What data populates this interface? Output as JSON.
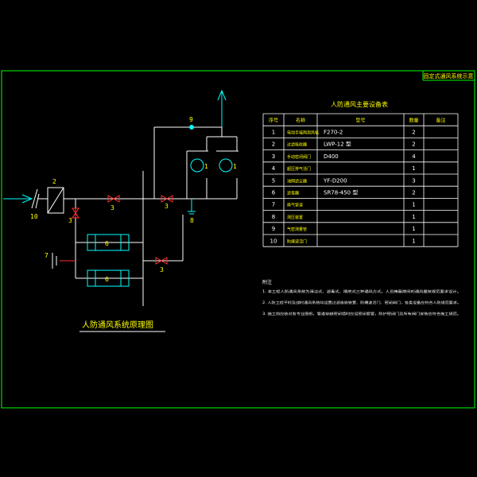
{
  "colors": {
    "background": "#000000",
    "frame": "#00ff00",
    "pipe": "#ffffff",
    "equipment": "#00ffff",
    "valve": "#ff3030",
    "blast_valve": "#ff0000",
    "text_yellow": "#ffff00",
    "text_white": "#ffffff",
    "table_line": "#ffffff"
  },
  "title_block": {
    "text": "固定式通风系统示意"
  },
  "diagram": {
    "title": "人防通风系统原理图",
    "labels": {
      "l10": "10",
      "l2": "2",
      "l3_inlet_left": "3",
      "l3_top_mid": "3",
      "l3_top_right": "3",
      "l3_bottom": "3",
      "l6_top": "6",
      "l6_bottom": "6",
      "l7": "7",
      "l8": "8",
      "l9": "9",
      "l1_left": "1",
      "l1_right": "1"
    }
  },
  "table": {
    "title": "人防通风主要设备表",
    "headers": [
      "序号",
      "名称",
      "型号",
      "数量",
      "备注"
    ],
    "rows": [
      [
        "1",
        "电动手摇两用风机",
        "F270-2",
        "2",
        ""
      ],
      [
        "2",
        "过滤吸收器",
        "LWP-12 型",
        "2",
        ""
      ],
      [
        "3",
        "手动密闭阀门",
        "D400",
        "4",
        ""
      ],
      [
        "4",
        "超压排气活门",
        "",
        "1",
        ""
      ],
      [
        "5",
        "油网滤尘器",
        "YF-D200",
        "3",
        ""
      ],
      [
        "6",
        "滤毒器",
        "SR78-450 型",
        "2",
        ""
      ],
      [
        "7",
        "换气管道",
        "",
        "1",
        ""
      ],
      [
        "8",
        "测压装置",
        "",
        "1",
        ""
      ],
      [
        "9",
        "气密测量管",
        "",
        "1",
        ""
      ],
      [
        "10",
        "防爆波活门",
        "",
        "1",
        ""
      ]
    ]
  },
  "notes": {
    "heading": "附注",
    "items": [
      "1. 本工程人防通风系统为清洁式、滤毒式、隔绝式三种通风方式，人员掩蔽期间的通风量按规范要求设计。",
      "2. 人防工程平时及战时通风系统均设置过滤吸收装置、防爆波活门、密闭阀门，各类设备应符合人防规范要求。",
      "3. 施工前应核对各专业图纸，管道穿越密闭墙时应设密闭套管，防护密闭门及所有阀门安装应符合施工规范。"
    ]
  }
}
